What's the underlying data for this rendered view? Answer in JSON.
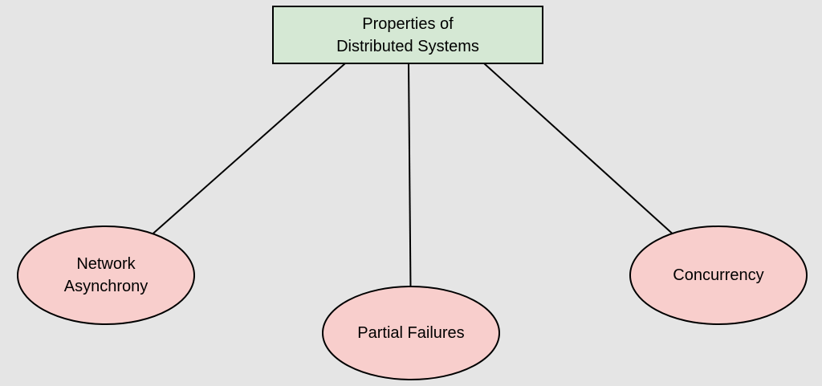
{
  "diagram": {
    "title": "Properties of Distributed Systems diagram",
    "root": {
      "label": "Properties of\nDistributed Systems",
      "shape": "rectangle"
    },
    "nodes": [
      {
        "label": "Network\nAsynchrony",
        "shape": "ellipse"
      },
      {
        "label": "Partial Failures",
        "shape": "ellipse"
      },
      {
        "label": "Concurrency",
        "shape": "ellipse"
      }
    ],
    "edges": [
      {
        "from": "Properties of Distributed Systems",
        "to": "Network Asynchrony"
      },
      {
        "from": "Properties of Distributed Systems",
        "to": "Partial Failures"
      },
      {
        "from": "Properties of Distributed Systems",
        "to": "Concurrency"
      }
    ],
    "colors": {
      "background": "#e5e5e5",
      "root_fill": "#d5e8d4",
      "node_fill": "#f8cecc",
      "stroke": "#000000",
      "text": "#000000"
    }
  }
}
